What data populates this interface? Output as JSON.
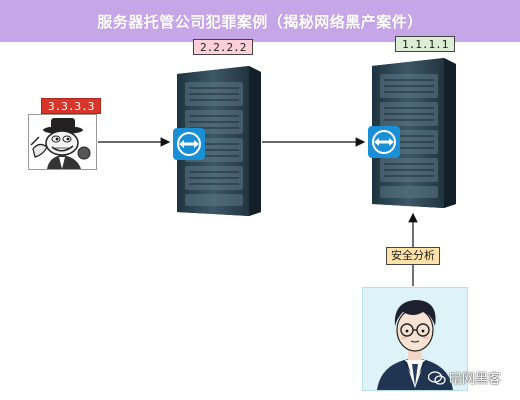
{
  "banner": {
    "title": "服务器托管公司犯罪案例（揭秘网络黑产案件）"
  },
  "nodes": {
    "attacker": {
      "ip": "3.3.3.3"
    },
    "middle_server": {
      "ip": "2.2.2.2"
    },
    "target_server": {
      "ip": "1.1.1.1"
    }
  },
  "analysis": {
    "label": "安全分析"
  },
  "watermark": {
    "text": "暗网黑客"
  },
  "colors": {
    "banner": "#c7a6e8",
    "attacker_tag": "#d8352b",
    "mid_tag": "#fbd0d8",
    "target_tag": "#dcefd6",
    "analysis_tag": "#ffe2a8",
    "rack": "#2f4552",
    "teamviewer": "#1a8fd6"
  }
}
